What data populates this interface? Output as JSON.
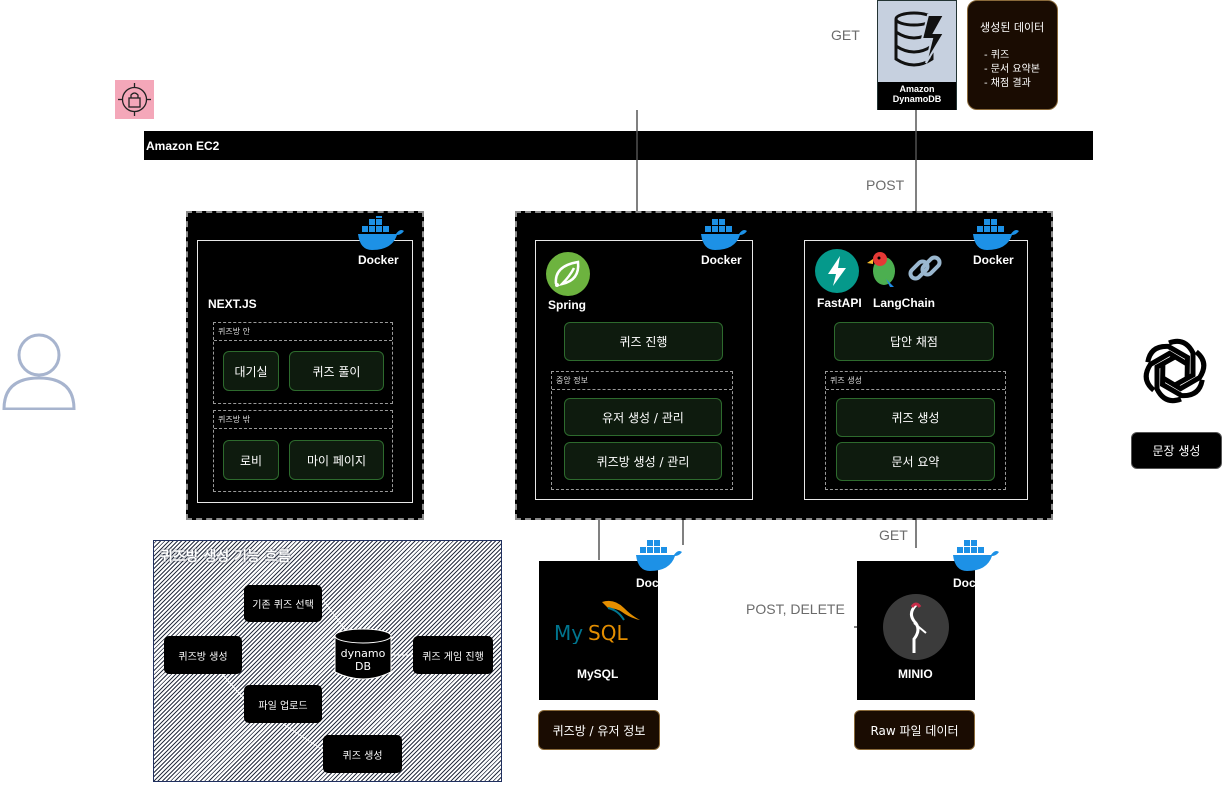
{
  "labels": {
    "get_top": "GET",
    "post": "POST",
    "get_bottom": "GET",
    "post_delete": "POST, DELETE"
  },
  "dynamo": {
    "name_line1": "Amazon",
    "name_line2": "DynamoDB"
  },
  "generated": {
    "title": "생성된 데이터",
    "items": [
      "- 퀴즈",
      "- 문서 요약본",
      "- 채점 결과"
    ]
  },
  "ec2": {
    "title": "Amazon EC2"
  },
  "frontend": {
    "docker": "Docker",
    "framework": "NEXT.JS",
    "room_in": "퀴즈방 안",
    "waiting": "대기실",
    "quiz_solve": "퀴즈 풀이",
    "room_out": "퀴즈방 밖",
    "lobby": "로비",
    "mypage": "마이 페이지"
  },
  "spring": {
    "docker": "Docker",
    "name": "Spring",
    "quiz_progress": "퀴즈 진행",
    "central": "중앙 정보",
    "user_mgmt": "유저 생성 / 관리",
    "room_mgmt": "퀴즈방 생성 / 관리"
  },
  "ai": {
    "docker": "Docker",
    "fastapi": "FastAPI",
    "langchain": "LangChain",
    "grading": "답안 채점",
    "quiz_gen_title": "퀴즈 생성",
    "quiz_gen": "퀴즈 생성",
    "doc_summary": "문서 요약"
  },
  "openai": {
    "label": "문장 생성"
  },
  "mysql": {
    "docker": "Docker",
    "name": "MySQL",
    "caption": "퀴즈방 / 유저 정보"
  },
  "minio": {
    "docker": "Docker",
    "name": "MINIO",
    "caption": "Raw 파일 데이터"
  },
  "flow": {
    "title": "퀴즈방 생성 기능 흐름",
    "existing_quiz": "기존 퀴즈 선택",
    "create_room": "퀴즈방 생성",
    "dynamo_line1": "dynamo",
    "dynamo_line2": "DB",
    "game_progress": "퀴즈 게임 진행",
    "file_upload": "파일 업로드",
    "quiz_create": "퀴즈 생성"
  },
  "colors": {
    "accent_green": "#2d6a2d",
    "docker_blue": "#1d91e6",
    "security_pink": "#f4a7b9"
  }
}
